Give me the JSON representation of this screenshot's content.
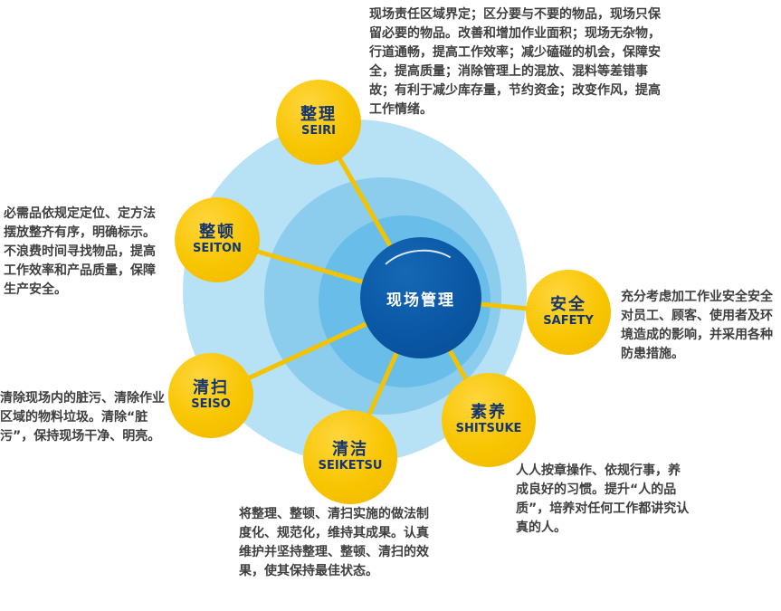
{
  "diagram": {
    "center": {
      "label": "现场管理"
    },
    "nodes": [
      {
        "id": "seiri",
        "label": "整理",
        "sub": "SEIRI"
      },
      {
        "id": "seiton",
        "label": "整顿",
        "sub": "SEITON"
      },
      {
        "id": "seiso",
        "label": "清扫",
        "sub": "SEISO"
      },
      {
        "id": "seiketsu",
        "label": "清洁",
        "sub": "SEIKETSU"
      },
      {
        "id": "shitsuke",
        "label": "素养",
        "sub": "SHITSUKE"
      },
      {
        "id": "safety",
        "label": "安全",
        "sub": "SAFETY"
      }
    ],
    "descriptions": {
      "seiri": "现场责任区域界定；区分要与不要的物品，现场只保留必要的物品。改善和增加作业面积；现场无杂物，行道通畅，提高工作效率；减少磕碰的机会，保障安全，提高质量；消除管理上的混放、混料等差错事故；有利于减少库存量，节约资金；改变作风，提高工作情绪。",
      "seiton": "必需品依规定定位、定方法摆放整齐有序，明确标示。不浪费时间寻找物品，提高工作效率和产品质量，保障生产安全。",
      "seiso": "清除现场内的脏污、清除作业区域的物料垃圾。清除“脏污”，保持现场干净、明亮。",
      "safety": "充分考虑加工作业安全安全对员工、顾客、使用者及环境造成的影响，并采用各种防患措施。",
      "shitsuke": "人人按章操作、依规行事，养成良好的习惯。提升“人的品质”，培养对任何工作都讲究认真的人。",
      "seiketsu": "将整理、整顿、清扫实施的做法制度化、规范化，维持其成果。认真维护并坚持整理、整顿、清扫的效果，使其保持最佳状态。"
    },
    "colors": {
      "node_yellow": "#f8c501",
      "node_text": "#15356e",
      "hub_blue": "#0a57a5",
      "ring_outer": "#b7e1f4",
      "ring_mid": "#8ccdee",
      "ring_inner": "#68bee9",
      "connector_yellow": "#f3c300",
      "body_text": "#3f3f3f"
    }
  }
}
